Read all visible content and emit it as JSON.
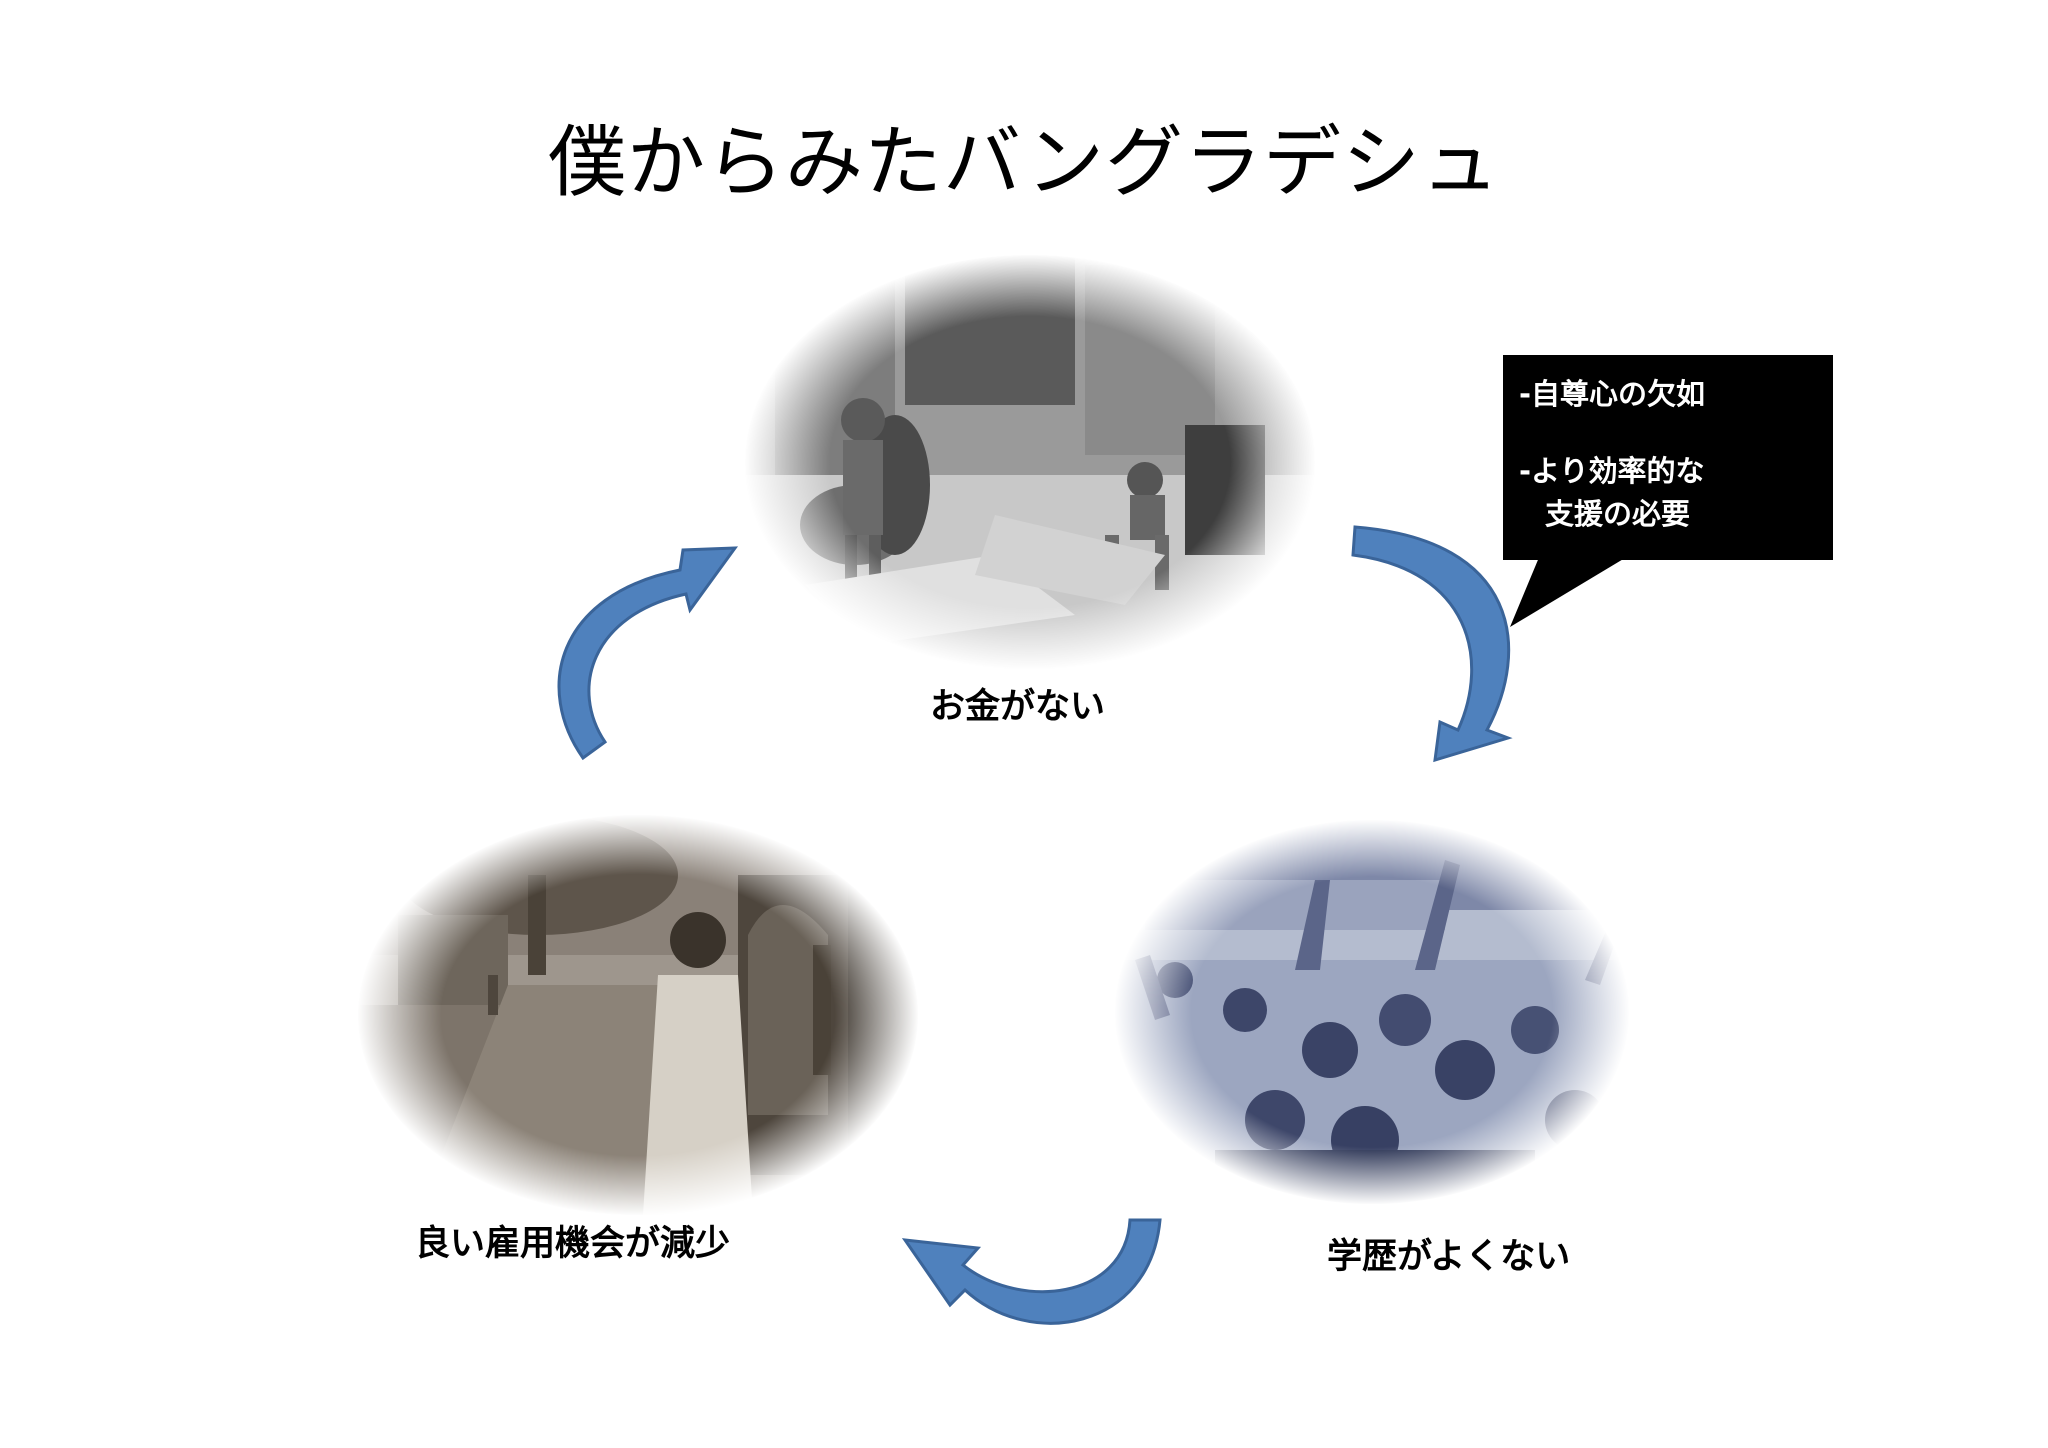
{
  "title": "僕からみたバングラデシュ",
  "cycle": {
    "top": {
      "caption": "お金がない"
    },
    "bottom_right": {
      "caption": "学歴がよくない"
    },
    "bottom_left": {
      "caption": "良い雇用機会が減少"
    }
  },
  "callout": {
    "line1": "-自尊心の欠如",
    "line2": "-より効率的な",
    "line3": "支援の必要"
  },
  "colors": {
    "arrow_fill": "#4f81bd",
    "arrow_stroke": "#3a6499",
    "callout_bg": "#000000",
    "callout_text": "#ffffff"
  }
}
